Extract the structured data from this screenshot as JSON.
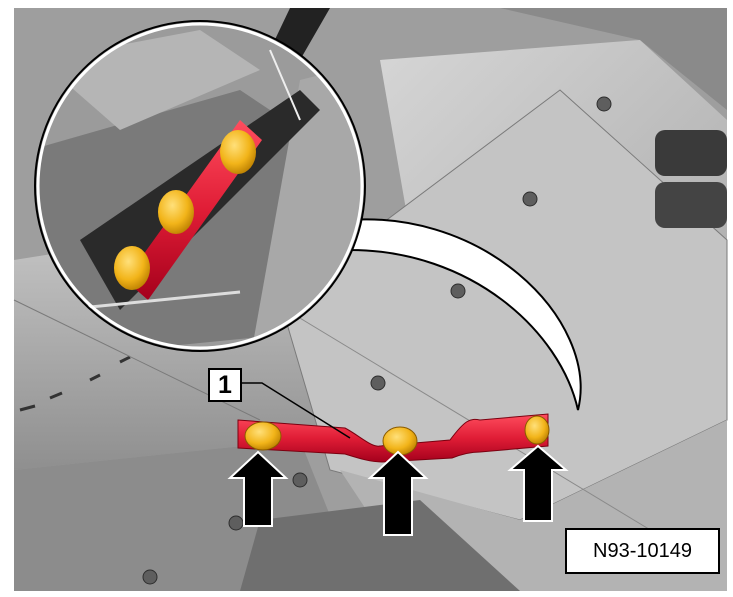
{
  "figure": {
    "reference_code": "N93-10149",
    "callouts": [
      {
        "label": "1",
        "target": "red-bracket"
      }
    ],
    "arrows": [
      "arrow-left",
      "arrow-center",
      "arrow-right"
    ],
    "colors": {
      "bracket": "#e01d36",
      "fasteners": "#f2b419",
      "arrows": "#000000",
      "background": "#b8b8b8"
    }
  }
}
